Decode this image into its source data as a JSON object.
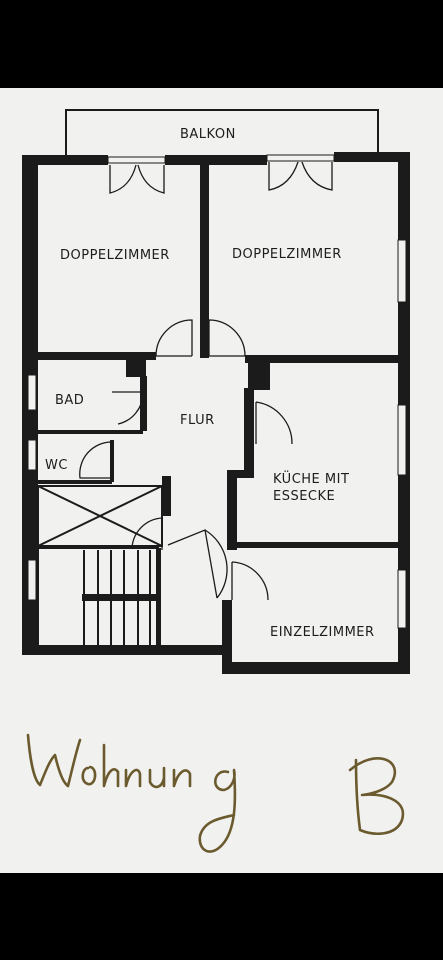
{
  "floorplan": {
    "rooms": {
      "balcony": "BALKON",
      "double_room_left": "DOPPELZIMMER",
      "double_room_right": "DOPPELZIMMER",
      "bath": "BAD",
      "hall": "FLUR",
      "wc": "WC",
      "kitchen_line1": "KÜCHE MIT",
      "kitchen_line2": "ESSECKE",
      "single_room": "EINZELZIMMER"
    },
    "handwritten_caption": "Wohnung B"
  },
  "colors": {
    "background": "#000000",
    "paper": "#f1f1ef",
    "ink": "#1b1b1b",
    "handwriting": "#6b5a2e"
  }
}
